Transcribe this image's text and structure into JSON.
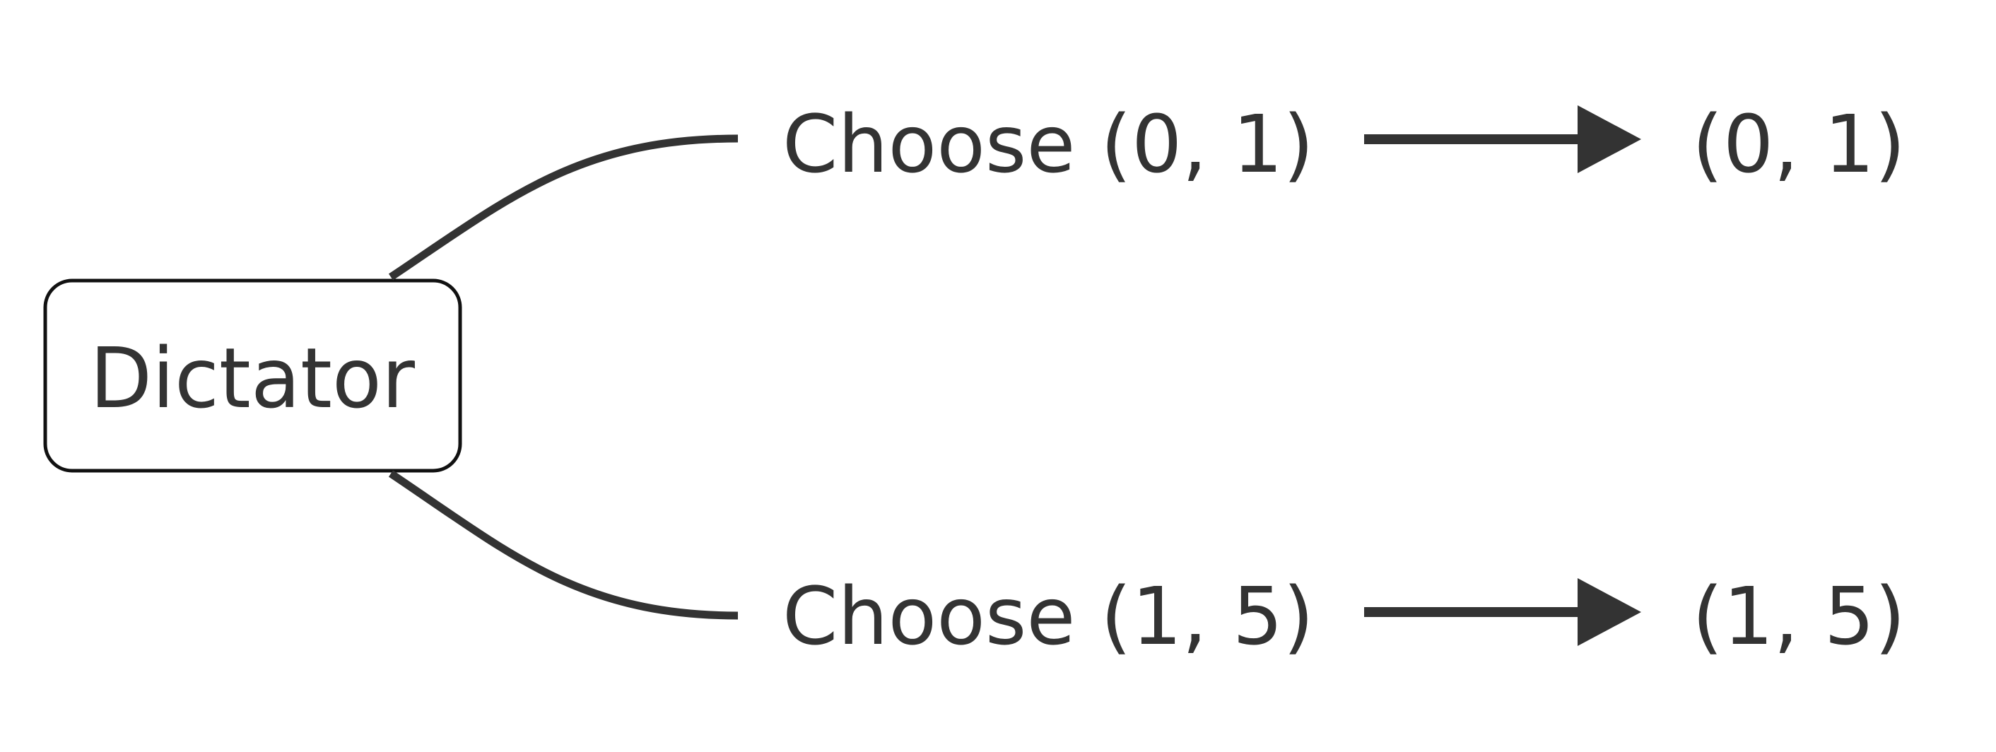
{
  "diagram": {
    "root": {
      "label": "Dictator"
    },
    "branches": [
      {
        "action": "Choose (0, 1)",
        "outcome": "(0, 1)"
      },
      {
        "action": "Choose (1, 5)",
        "outcome": "(1, 5)"
      }
    ]
  },
  "colors": {
    "stroke": "#333333",
    "background": "#ffffff"
  }
}
